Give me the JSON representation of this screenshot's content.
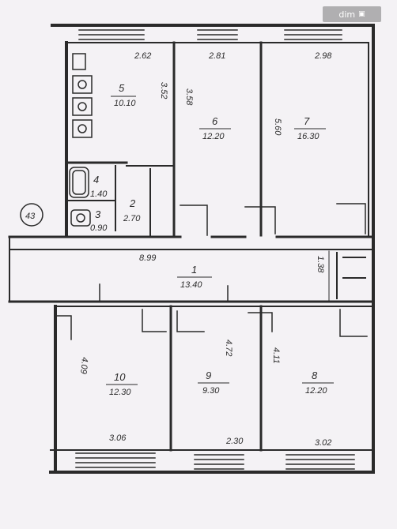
{
  "watermark": {
    "text": "dim",
    "logo": "ria-logo-icon"
  },
  "rooms": [
    {
      "id": "room-1",
      "number": "1",
      "area": "13.40"
    },
    {
      "id": "room-2",
      "number": "2",
      "area": "2.70"
    },
    {
      "id": "room-3",
      "number": "3",
      "area": "0.90"
    },
    {
      "id": "room-4",
      "number": "4",
      "area": "1.40"
    },
    {
      "id": "room-5",
      "number": "5",
      "area": "10.10"
    },
    {
      "id": "room-6",
      "number": "6",
      "area": "12.20"
    },
    {
      "id": "room-7",
      "number": "7",
      "area": "16.30"
    },
    {
      "id": "room-8",
      "number": "8",
      "area": "12.20"
    },
    {
      "id": "room-9",
      "number": "9",
      "area": "9.30"
    },
    {
      "id": "room-10",
      "number": "10",
      "area": "12.30"
    }
  ],
  "dimensions": {
    "top_5": "2.62",
    "top_6": "2.81",
    "top_7": "2.98",
    "side_5": "3.52",
    "side_6": "3.58",
    "side_7": "5.60",
    "corridor_len": "8.99",
    "corridor_w": "1.38",
    "side_10": "4.09",
    "side_9": "4.72",
    "side_8": "4.11",
    "bottom_10": "3.06",
    "bottom_9": "2.30",
    "bottom_8": "3.02"
  },
  "stair_mark": "43"
}
